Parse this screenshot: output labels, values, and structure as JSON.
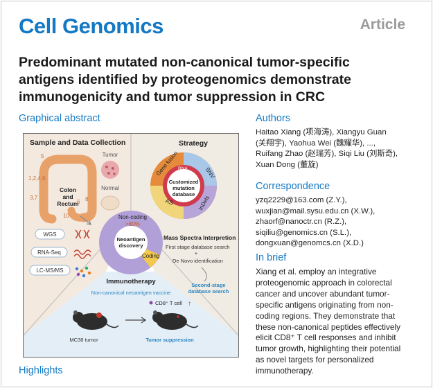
{
  "journal": "Cell Genomics",
  "article_type": "Article",
  "title_lines": [
    "Predominant mutated non-canonical tumor-specific",
    "antigens identified by proteogenomics demonstrate",
    "immunogenicity and tumor suppression in CRC"
  ],
  "sections": {
    "graphical_abstract": "Graphical abstract",
    "authors": "Authors",
    "correspondence": "Correspondence",
    "in_brief": "In brief",
    "highlights": "Highlights"
  },
  "authors_lines": [
    "Haitao Xiang (项海涛), Xiangyu Guan",
    "(关翔宇), Yaohua Wei (魏耀华), ...,",
    "Ruifang Zhao (赵瑞芳), Siqi Liu (刘斯奇),",
    "Xuan Dong (董旋)"
  ],
  "correspondence_lines": [
    "yzq2229@163.com (Z.Y.),",
    "wuxjian@mail.sysu.edu.cn (X.W.),",
    "zhaorf@nanoctr.cn (R.Z.),",
    "siqiliu@genomics.cn (S.L.),",
    "dongxuan@genomcs.cn (X.D.)"
  ],
  "in_brief_lines": [
    "Xiang et al. employ an integrative",
    "proteogenomic approach in colorectal",
    "cancer and uncover abundant tumor-",
    "specific antigens originating from non-",
    "coding regions. They demonstrate that",
    "these non-canonical peptides effectively",
    "elicit CD8⁺ T cell responses and inhibit",
    "tumor growth, highlighting their potential",
    "as novel targets for personalized",
    "immunotherapy."
  ],
  "abstract": {
    "sample_title": "Sample and Data Collection",
    "strategy_title": "Strategy",
    "colon_label_1": "Colon",
    "colon_label_2": "and",
    "colon_label_3": "Rectum",
    "tumor_label": "Tumor",
    "normal_label": "Normal",
    "site_numbers": [
      "5",
      "1,2,4,9",
      "3,7",
      "6",
      "8",
      "10"
    ],
    "methods": [
      "WGS",
      "RNA-Seq",
      "LC-MS/MS"
    ],
    "center_1": "Customized",
    "center_2": "mutation",
    "center_3": "database",
    "ring_labels": [
      "Gene fusion",
      "RNA",
      "DNA",
      "SNV",
      "InDels",
      "AS"
    ],
    "pie_noncoding": "Non-coding",
    "pie_percent": ">80%",
    "pie_center_1": "Neoantigen",
    "pie_center_2": "discovery",
    "pie_coding": "Coding",
    "ms_title": "Mass Spectra Interpretion",
    "ms_line1": "First stage database search",
    "ms_plus": "+",
    "ms_line2": "De Novo identification",
    "second_stage_1": "Second-stage",
    "second_stage_2": "database search",
    "immuno_title": "Immunotherapy",
    "vaccine_label": "Non-canonical neoantigen vaccine",
    "cd8_label": "CD8⁺ T cell",
    "mc38_label": "MC38 tumor",
    "suppression_label": "Tumor suppression"
  }
}
